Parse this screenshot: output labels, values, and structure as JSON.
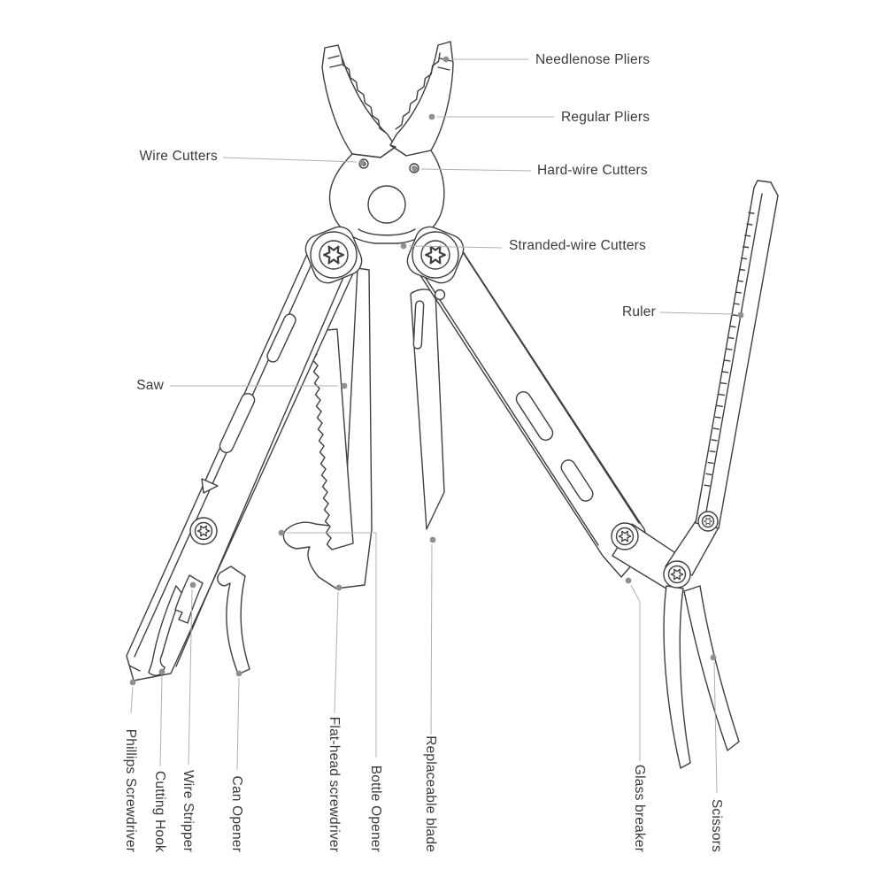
{
  "labels": {
    "needlenose_pliers": "Needlenose Pliers",
    "regular_pliers": "Regular Pliers",
    "wire_cutters": "Wire Cutters",
    "hard_wire_cutters": "Hard-wire  Cutters",
    "stranded_wire_cutters": "Stranded-wire  Cutters",
    "ruler": "Ruler",
    "saw": "Saw",
    "phillips_screwdriver": "Phillips Screwdriver",
    "cutting_hook": "Cutting Hook",
    "wire_stripper": "Wire Stripper",
    "can_opener": "Can Opener",
    "flat_head_screwdriver": "Flat-head screwdriver",
    "bottle_opener": "Bottle Opener",
    "replaceable_blade": "Replaceable blade",
    "glass_breaker": "Glass breaker",
    "scissors": "Scissors"
  },
  "colors": {
    "line": "#3f3f3f",
    "leader": "#b0b0b0",
    "dot": "#8f8f8f",
    "text": "#3a3a3a",
    "background": "#ffffff"
  }
}
